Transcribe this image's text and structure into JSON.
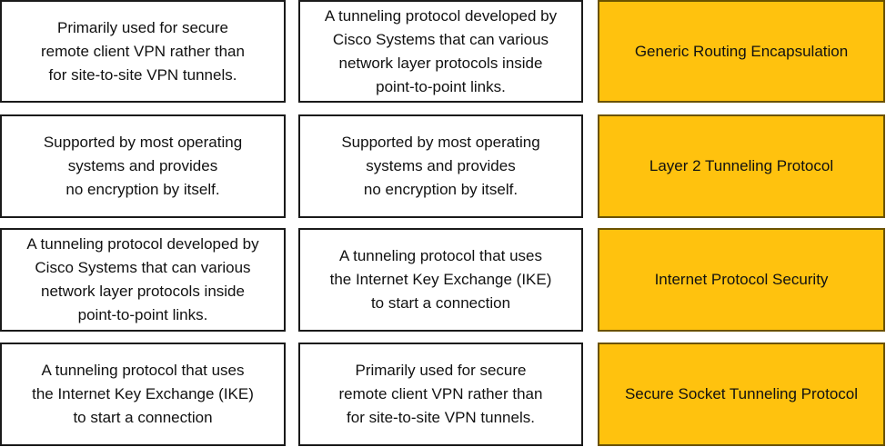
{
  "rows": [
    {
      "left": "Primarily used for secure\nremote client VPN rather than\nfor site-to-site VPN tunnels.",
      "middle": "A tunneling protocol developed by\nCisco Systems that can various\nnetwork layer protocols inside\npoint-to-point links.",
      "target": "Generic Routing Encapsulation"
    },
    {
      "left": "Supported by most operating\nsystems and provides\nno encryption by itself.",
      "middle": "Supported by most operating\nsystems and provides\nno encryption by itself.",
      "target": "Layer 2 Tunneling Protocol"
    },
    {
      "left": "A tunneling protocol developed by\nCisco Systems that can various\nnetwork layer protocols inside\npoint-to-point links.",
      "middle": "A tunneling protocol that uses\nthe Internet Key Exchange (IKE)\nto start a connection",
      "target": "Internet Protocol Security"
    },
    {
      "left": "A tunneling protocol that uses\nthe Internet Key Exchange (IKE)\nto start a connection",
      "middle": "Primarily used for secure\nremote client VPN rather than\nfor site-to-site VPN tunnels.",
      "target": "Secure Socket Tunneling Protocol"
    }
  ],
  "colors": {
    "target_fill": "#FFC20E",
    "box_border": "#1a1a1a"
  }
}
